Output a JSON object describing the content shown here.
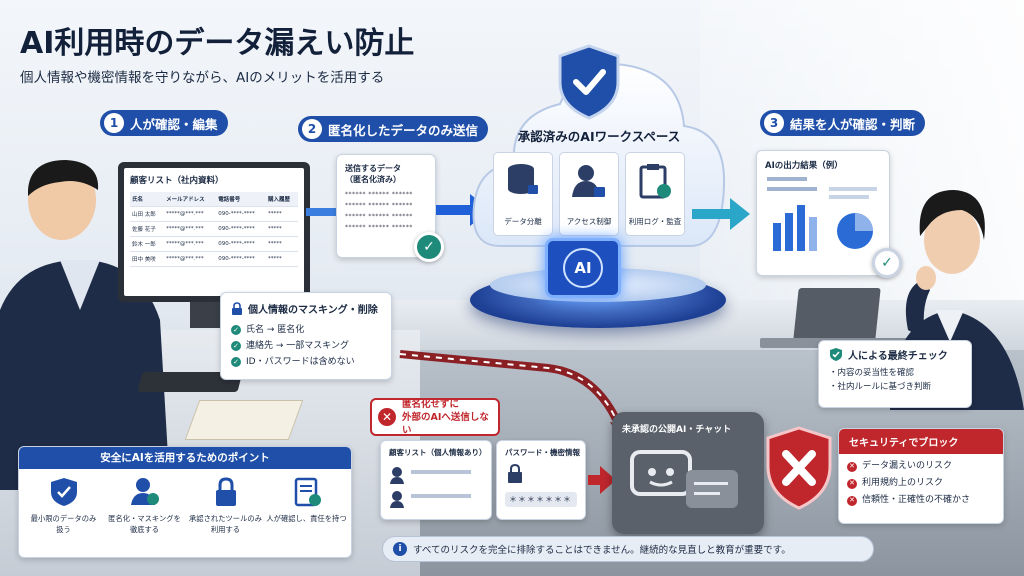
{
  "title": "AI利用時のデータ漏えい防止",
  "subtitle": "個人情報や機密情報を守りながら、AIのメリットを活用する",
  "steps": [
    {
      "num": "1",
      "label": "人が確認・編集"
    },
    {
      "num": "2",
      "label": "匿名化したデータのみ送信"
    },
    {
      "num": "3",
      "label": "結果を人が確認・判断"
    }
  ],
  "monitor": {
    "title": "顧客リスト（社内資料）",
    "headers": [
      "氏名",
      "メールアドレス",
      "電話番号",
      "購入履歴"
    ],
    "rows": [
      [
        "山田 太郎",
        "*****@***.***",
        "090-****-****",
        "*****"
      ],
      [
        "佐藤 花子",
        "*****@***.***",
        "090-****-****",
        "*****"
      ],
      [
        "鈴木 一郎",
        "*****@***.***",
        "090-****-****",
        "*****"
      ],
      [
        "田中 美咲",
        "*****@***.***",
        "090-****-****",
        "*****"
      ]
    ]
  },
  "send_card": {
    "title": "送信するデータ",
    "subtitle": "（匿名化済み）",
    "rows": [
      "****** ****** ******",
      "****** ****** ******",
      "****** ****** ******",
      "****** ****** ******"
    ]
  },
  "workspace": {
    "title": "承認済みのAIワークスペース",
    "items": [
      "データ分離",
      "アクセス制御",
      "利用ログ・監査"
    ],
    "chip_label": "AI"
  },
  "ai_result": {
    "title": "AIの出力結果（例）"
  },
  "masking": {
    "title": "個人情報のマスキング・削除",
    "items": [
      "氏名 → 匿名化",
      "連絡先 → 一部マスキング",
      "ID・パスワードは含めない"
    ]
  },
  "final_check": {
    "title": "人による最終チェック",
    "items": [
      "・内容の妥当性を確認",
      "・社内ルールに基づき判断"
    ]
  },
  "points": {
    "title": "安全にAIを活用するためのポイント",
    "items": [
      {
        "icon": "shield-check-icon",
        "line1": "最小限のデータのみ",
        "line2": "扱う"
      },
      {
        "icon": "user-check-icon",
        "line1": "匿名化・マスキングを",
        "line2": "徹底する"
      },
      {
        "icon": "lock-icon",
        "line1": "承認されたツールのみ",
        "line2": "利用する"
      },
      {
        "icon": "document-check-icon",
        "line1": "人が確認し、責任を持つ",
        "line2": ""
      }
    ]
  },
  "warning": {
    "line1": "匿名化せずに",
    "line2": "外部のAIへ送信しない"
  },
  "doc_customer": {
    "title": "顧客リスト（個人情報あり）"
  },
  "doc_password": {
    "title": "パスワード・機密情報",
    "mask": "＊＊＊＊＊＊＊"
  },
  "unapproved": {
    "title": "未承認の公開AI・チャット"
  },
  "block": {
    "title": "セキュリティでブロック",
    "items": [
      "データ漏えいのリスク",
      "利用規約上のリスク",
      "信頼性・正確性の不確かさ"
    ]
  },
  "notice": "すべてのリスクを完全に排除することはできません。継続的な見直しと教育が重要です。",
  "colors": {
    "brand_blue": "#1f4fa8",
    "danger_red": "#c0272d",
    "check_teal": "#1e8a7a"
  }
}
